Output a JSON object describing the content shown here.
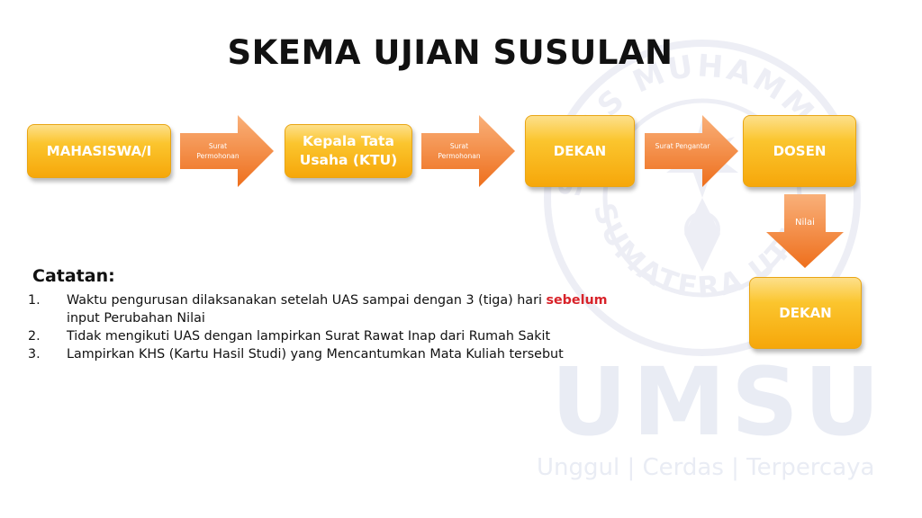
{
  "slide": {
    "title": "SKEMA UJIAN SUSULAN"
  },
  "flow": {
    "nodes": [
      {
        "label": "MAHASISWA/I"
      },
      {
        "label": "Kepala Tata Usaha (KTU)"
      },
      {
        "label": "DEKAN"
      },
      {
        "label": "DOSEN"
      },
      {
        "label": "DEKAN"
      }
    ],
    "arrows": [
      {
        "label": "Surat Permohonan"
      },
      {
        "label": "Surat Permohonan"
      },
      {
        "label": "Surat Pengantar"
      },
      {
        "label": "Nilai"
      }
    ]
  },
  "notes": {
    "heading": "Catatan:",
    "items": [
      {
        "num": "1.",
        "text_before": "Waktu pengurusan dilaksanakan setelah UAS sampai dengan 3 (tiga) hari ",
        "highlight": "sebelum",
        "text_after": "input Perubahan Nilai"
      },
      {
        "num": "2.",
        "text": "Tidak mengikuti UAS  dengan lampirkan Surat Rawat Inap dari Rumah Sakit"
      },
      {
        "num": "3.",
        "text": "Lampirkan KHS (Kartu Hasil Studi) yang Mencantumkan Mata Kuliah tersebut"
      }
    ]
  },
  "watermark": {
    "logo_text_top": "SITAS MUHAMMADIYAH",
    "logo_text_bottom": "SUMATERA UTARA",
    "brand": "UMSU",
    "tagline": "Unggul | Cerdas | Terpercaya"
  },
  "colors": {
    "box_light": "#fde08b",
    "box_dark": "#f6a70a",
    "arrow_light": "#f9b07a",
    "arrow_dark": "#ee6f1c",
    "highlight": "#d8232a",
    "watermark": "#e9ecf4"
  }
}
